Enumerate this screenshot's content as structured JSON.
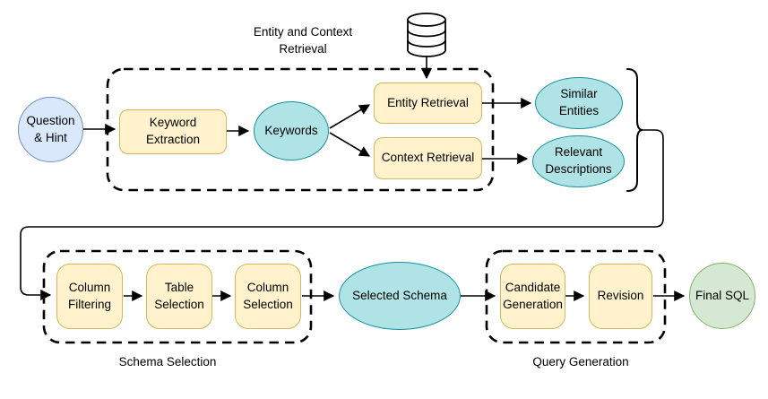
{
  "diagram": {
    "groups": {
      "entity_context": {
        "label": "Entity and Context\nRetrieval"
      },
      "schema_selection": {
        "label": "Schema Selection"
      },
      "query_generation": {
        "label": "Query Generation"
      }
    },
    "nodes": {
      "question_hint": {
        "label": "Question\n& Hint",
        "type": "input"
      },
      "keyword_extraction": {
        "label": "Keyword\nExtraction",
        "type": "process"
      },
      "keywords": {
        "label": "Keywords",
        "type": "data"
      },
      "entity_retrieval": {
        "label": "Entity Retrieval",
        "type": "process"
      },
      "context_retrieval": {
        "label": "Context Retrieval",
        "type": "process"
      },
      "similar_entities": {
        "label": "Similar\nEntities",
        "type": "data"
      },
      "relevant_descriptions": {
        "label": "Relevant\nDescriptions",
        "type": "data"
      },
      "column_filtering": {
        "label": "Column\nFiltering",
        "type": "process"
      },
      "table_selection": {
        "label": "Table\nSelection",
        "type": "process"
      },
      "column_selection": {
        "label": "Column\nSelection",
        "type": "process"
      },
      "selected_schema": {
        "label": "Selected Schema",
        "type": "data"
      },
      "candidate_generation": {
        "label": "Candidate\nGeneration",
        "type": "process"
      },
      "revision": {
        "label": "Revision",
        "type": "process"
      },
      "final_sql": {
        "label": "Final SQL",
        "type": "output"
      }
    },
    "icons": {
      "database": "database-icon"
    },
    "edges": [
      {
        "from": "question_hint",
        "to": "keyword_extraction"
      },
      {
        "from": "keyword_extraction",
        "to": "keywords"
      },
      {
        "from": "keywords",
        "to": "entity_retrieval"
      },
      {
        "from": "keywords",
        "to": "context_retrieval"
      },
      {
        "from": "database",
        "to": "entity_retrieval"
      },
      {
        "from": "entity_retrieval",
        "to": "similar_entities"
      },
      {
        "from": "context_retrieval",
        "to": "relevant_descriptions"
      },
      {
        "from": "similar_entities+relevant_descriptions (brace)",
        "to": "column_filtering"
      },
      {
        "from": "column_filtering",
        "to": "table_selection"
      },
      {
        "from": "table_selection",
        "to": "column_selection"
      },
      {
        "from": "column_selection",
        "to": "selected_schema"
      },
      {
        "from": "selected_schema",
        "to": "candidate_generation"
      },
      {
        "from": "candidate_generation",
        "to": "revision"
      },
      {
        "from": "revision",
        "to": "final_sql"
      }
    ],
    "colors": {
      "process_fill": "#fff2cc",
      "process_border": "#d6b656",
      "data_fill": "#b0e3e6",
      "data_border": "#13939c",
      "input_fill": "#dae8fc",
      "input_border": "#6c8ebf",
      "output_fill": "#d5e8d4",
      "output_border": "#82b366",
      "line": "#000000",
      "background": "#ffffff"
    }
  }
}
